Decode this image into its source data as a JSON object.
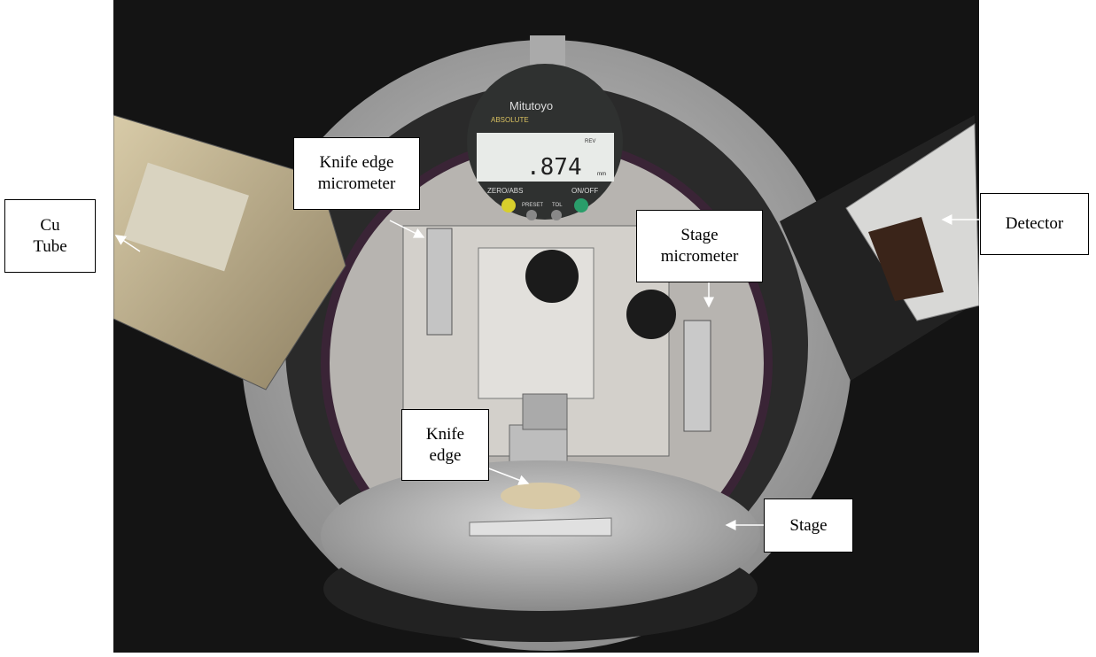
{
  "labels": {
    "cu_tube": "Cu\nTube",
    "knife_edge_micrometer": "Knife edge\nmicrometer",
    "stage_micrometer": "Stage\nmicrometer",
    "detector": "Detector",
    "knife_edge": "Knife\nedge",
    "stage": "Stage"
  },
  "gauge": {
    "brand": "Mitutoyo",
    "model": "ABSOLUTE",
    "reading": ".874",
    "unit": "mm",
    "rev": "REV",
    "zero_abs": "ZERO/ABS",
    "preset": "PRESET",
    "tol": "TOL",
    "on_off": "ON/OFF"
  },
  "colors": {
    "arrow": "#ffffff",
    "label_border": "#000000"
  }
}
